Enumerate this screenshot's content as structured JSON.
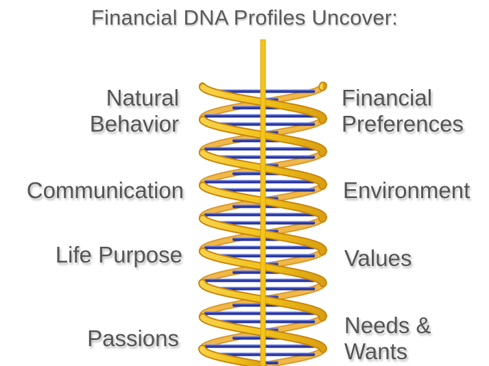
{
  "title": "Financial DNA Profiles Uncover:",
  "left_labels": [
    {
      "lines": [
        "Natural",
        "Behavior"
      ]
    },
    {
      "lines": [
        "Communication"
      ]
    },
    {
      "lines": [
        "Life Purpose"
      ]
    },
    {
      "lines": [
        "Passions"
      ]
    }
  ],
  "right_labels": [
    {
      "lines": [
        "Financial",
        "Preferences"
      ]
    },
    {
      "lines": [
        "Environment"
      ]
    },
    {
      "lines": [
        "Values"
      ]
    },
    {
      "lines": [
        "Needs &",
        "Wants"
      ]
    }
  ],
  "colors": {
    "strand_gold": "#f2c21a",
    "strand_edge": "#c9860a",
    "rung_blue": "#2f3fb0",
    "rung_highlight": "#8ea0f0",
    "text_gray": "#555555"
  }
}
